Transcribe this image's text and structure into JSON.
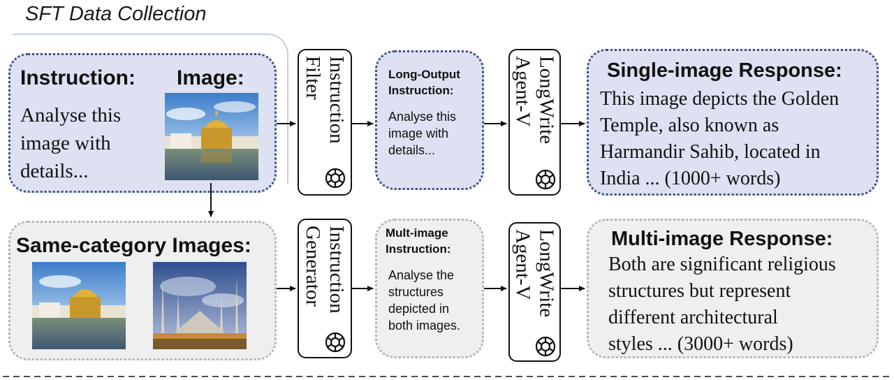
{
  "section_title": "SFT Data Collection",
  "input_panel": {
    "instruction_label": "Instruction:",
    "instruction_text": "Analyse this\nimage with\ndetails...",
    "image_label": "Image:"
  },
  "same_category_panel": {
    "label": "Same-category Images:"
  },
  "instruction_filter": {
    "label": "Instruction\nFilter"
  },
  "instruction_generator": {
    "label": "Instruction\nGenerator"
  },
  "long_output_panel": {
    "title": "Long-Output\nInstruction:",
    "text": "Analyse this\nimage with\ndetails..."
  },
  "multi_image_panel": {
    "title": "Mult-image\nInstruction:",
    "text": "Analyse the\nstructures\ndepicted in\nboth images."
  },
  "agent_top": {
    "label": "LongWrite\nAgent-V"
  },
  "agent_bottom": {
    "label": "LongWrite\nAgent-V"
  },
  "single_response": {
    "title": "Single-image Response:",
    "text": "This image depicts the Golden\nTemple, also known as\nHarmandir Sahib, located in\nIndia ... (1000+ words)"
  },
  "multi_response": {
    "title": "Multi-image Response:",
    "text": "Both are significant religious\nstructures but represent\ndifferent architectural\nstyles  ... (3000+ words)"
  },
  "icons": {
    "model": "openai-logo-icon",
    "photo": "photo-icon"
  }
}
